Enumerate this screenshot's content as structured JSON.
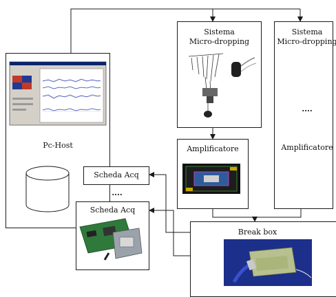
{
  "diagram": {
    "pc_host": {
      "label": "Pc-Host"
    },
    "sistema_1": {
      "label_line1": "Sistema",
      "label_line2": "Micro-dropping"
    },
    "sistema_2": {
      "label_line1": "Sistema",
      "label_line2": "Micro-dropping",
      "ellipsis": "....",
      "amp_label": "Amplificatore"
    },
    "amplificatore": {
      "label": "Amplificatore"
    },
    "scheda_acq_1": {
      "label": "Scheda Acq"
    },
    "scheda_ellipsis": "....",
    "scheda_acq_2": {
      "label": "Scheda Acq"
    },
    "break_box": {
      "label": "Break box"
    }
  },
  "colors": {
    "line": "#1a1a1a",
    "screen_bg": "#d4d0c8",
    "plot_blue": "#2a3fbf",
    "board_green": "#2f7a3a",
    "photo_blue": "#1c2f8a"
  }
}
